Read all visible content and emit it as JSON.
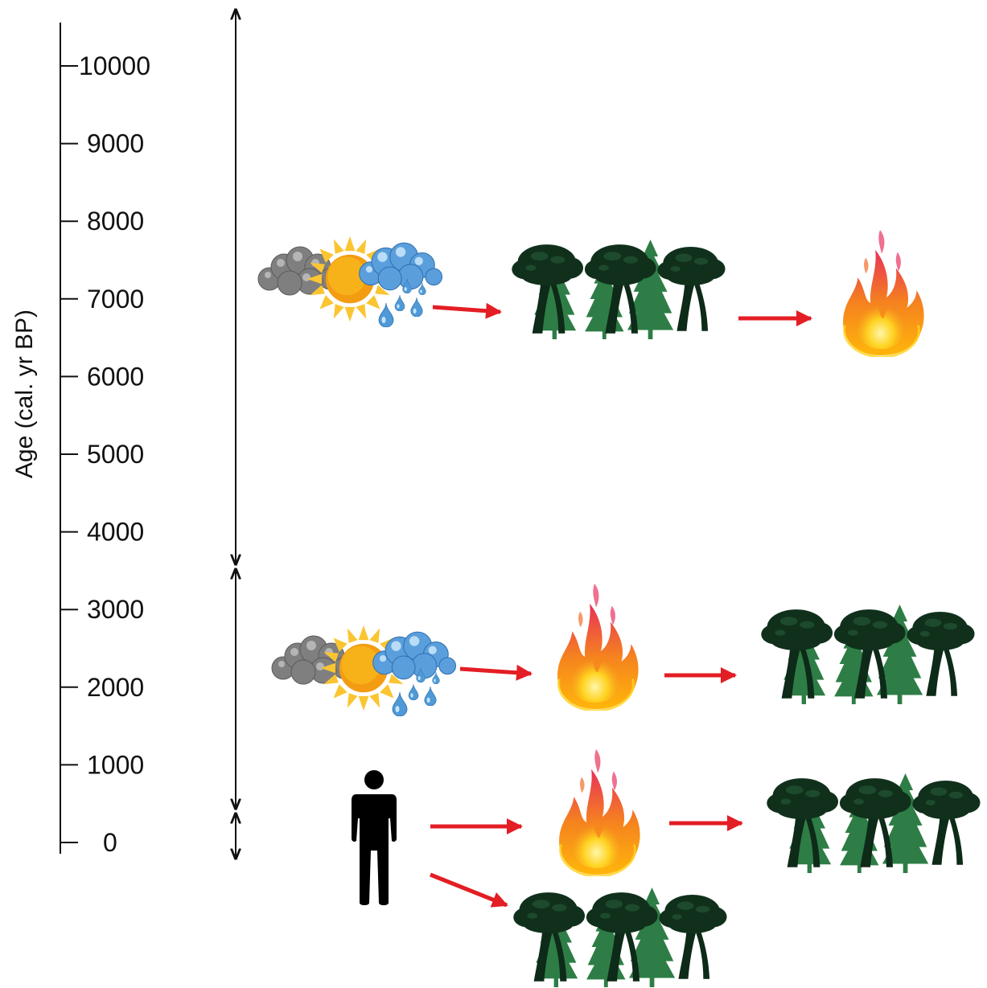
{
  "axis": {
    "title": "Age (cal. yr BP)",
    "ticks": [
      {
        "value": 10000,
        "label": "10000"
      },
      {
        "value": 9000,
        "label": "9000"
      },
      {
        "value": 8000,
        "label": "8000"
      },
      {
        "value": 7000,
        "label": "7000"
      },
      {
        "value": 6000,
        "label": "6000"
      },
      {
        "value": 5000,
        "label": "5000"
      },
      {
        "value": 4000,
        "label": "4000"
      },
      {
        "value": 3000,
        "label": "3000"
      },
      {
        "value": 2000,
        "label": "2000"
      },
      {
        "value": 1000,
        "label": "1000"
      },
      {
        "value": 0,
        "label": "0"
      }
    ]
  },
  "periods": [
    {
      "from": 10700,
      "to": 3500
    },
    {
      "from": 3500,
      "to": 450
    },
    {
      "from": 450,
      "to": -200
    }
  ],
  "rows": [
    {
      "period": 1,
      "sequence": [
        "climate-icon",
        "forest-icon",
        "fire-icon"
      ]
    },
    {
      "period": 2,
      "sequence": [
        "climate-icon",
        "fire-icon",
        "forest-icon"
      ]
    },
    {
      "period": 3,
      "sequence": [
        "human-icon",
        "fire-icon",
        "forest-icon"
      ],
      "branch": "forest-icon"
    }
  ],
  "colors": {
    "arrow": "#e31e24",
    "axis": "#111111",
    "forest_dark": "#0e2a18",
    "forest_light": "#2e7d46",
    "fire_outer": "#f07a1a",
    "fire_inner": "#ffd21f",
    "sun": "#f7b21a",
    "cloud_grey": "#8a8a8a",
    "cloud_blue": "#5aa0dc",
    "rain": "#4f9ad6",
    "human": "#000000"
  }
}
